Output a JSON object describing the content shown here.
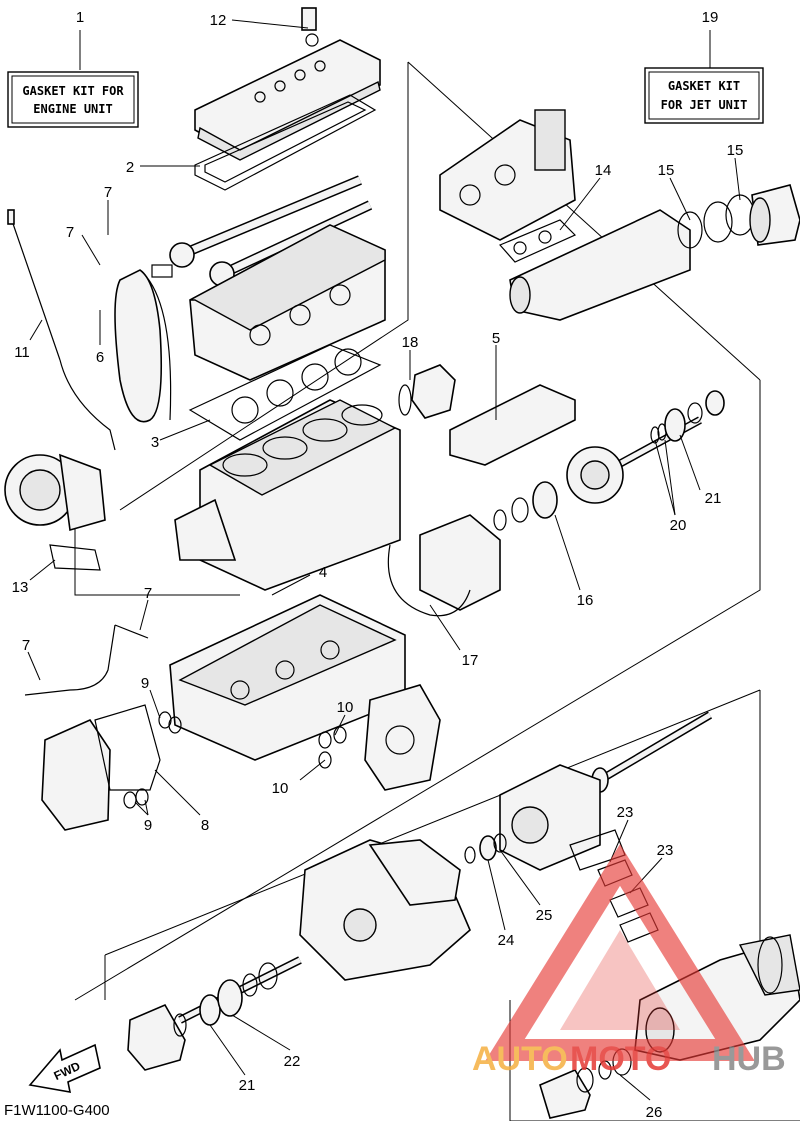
{
  "kit_boxes": {
    "engine": {
      "line1": "GASKET KIT FOR",
      "line2": "ENGINE UNIT",
      "number": "1"
    },
    "jet": {
      "line1": "GASKET KIT",
      "line2": "FOR JET UNIT",
      "number": "19"
    }
  },
  "callouts": {
    "c12": "12",
    "c2": "2",
    "c7a": "7",
    "c7b": "7",
    "c11": "11",
    "c6": "6",
    "c18": "18",
    "c5": "5",
    "c14": "14",
    "c15a": "15",
    "c15b": "15",
    "c3": "3",
    "c13": "13",
    "c21a": "21",
    "c20": "20",
    "c4": "4",
    "c16": "16",
    "c17": "17",
    "c7c": "7",
    "c7d": "7",
    "c9a": "9",
    "c10a": "10",
    "c10b": "10",
    "c8": "8",
    "c9b": "9",
    "c23a": "23",
    "c23b": "23",
    "c25": "25",
    "c24": "24",
    "c22": "22",
    "c21b": "21",
    "c26": "26"
  },
  "fwd_label": "FWD",
  "diagram_code": "F1W1100-G400",
  "watermark": {
    "part1": "AUTO",
    "part2": "MOTO",
    "part3": "HUB",
    "color": "#e53935",
    "accent": "#f5b041"
  }
}
